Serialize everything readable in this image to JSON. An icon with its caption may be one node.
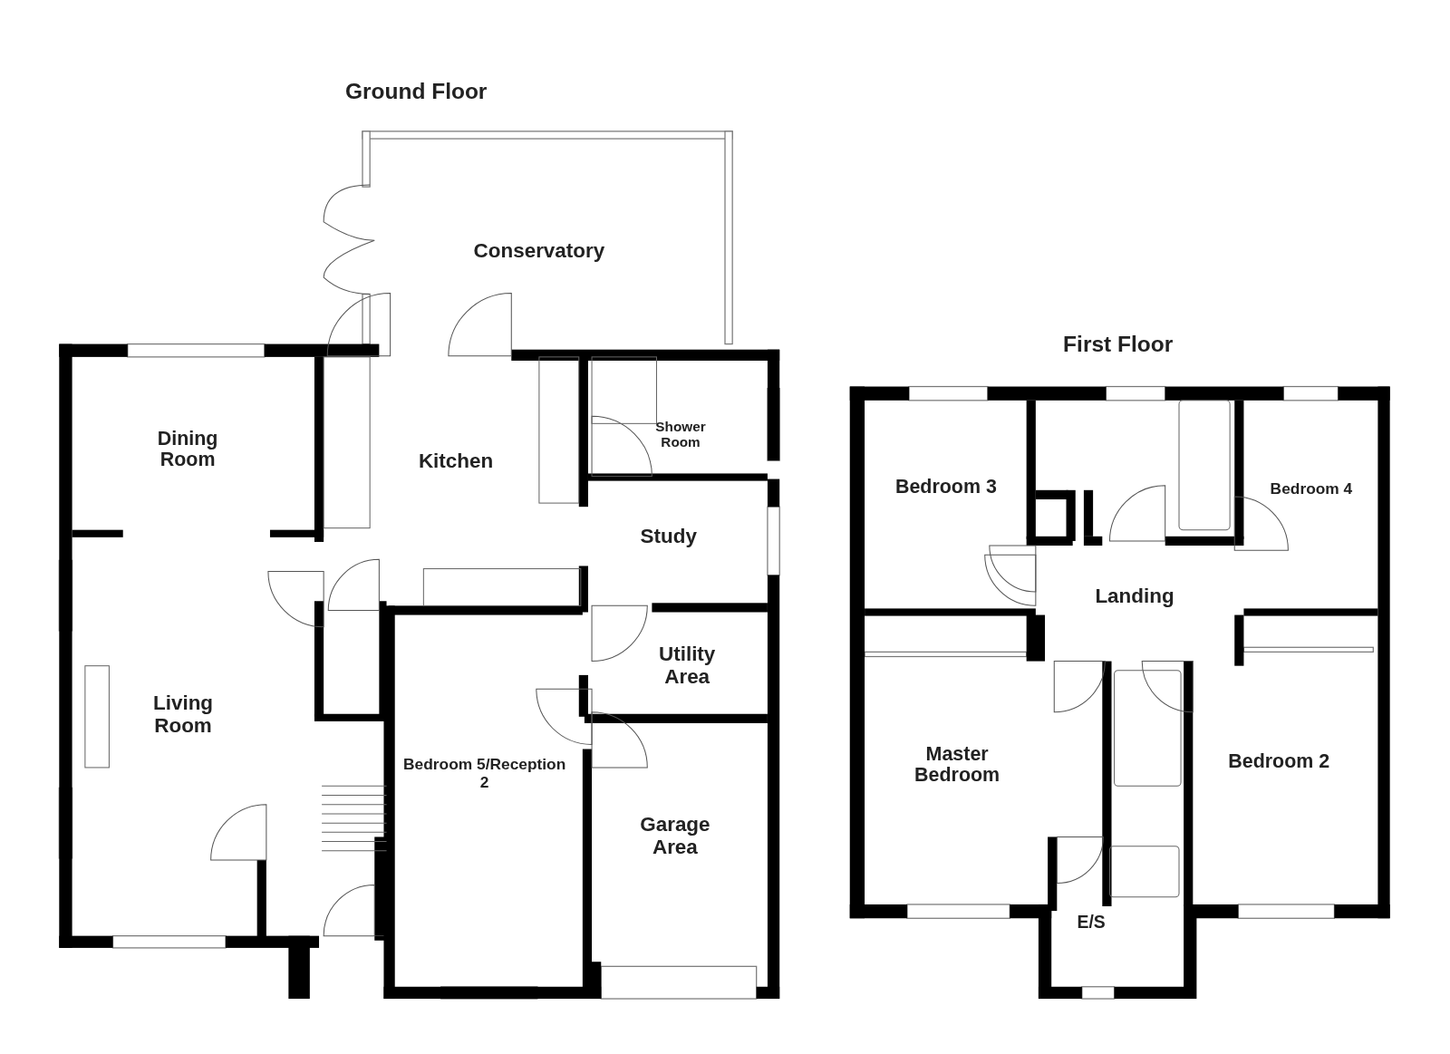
{
  "diagram": {
    "labels": [
      "Ground Floor",
      "Conservatory",
      "Dining Room",
      "Kitchen",
      "Shower Room",
      "Study",
      "Utility Area",
      "Living Room",
      "Bedroom 5/Reception 2",
      "Garage Area",
      "First Floor",
      "Bedroom 3",
      "Bedroom 4",
      "Landing",
      "Master Bedroom",
      "Bedroom 2",
      "E/S"
    ]
  }
}
